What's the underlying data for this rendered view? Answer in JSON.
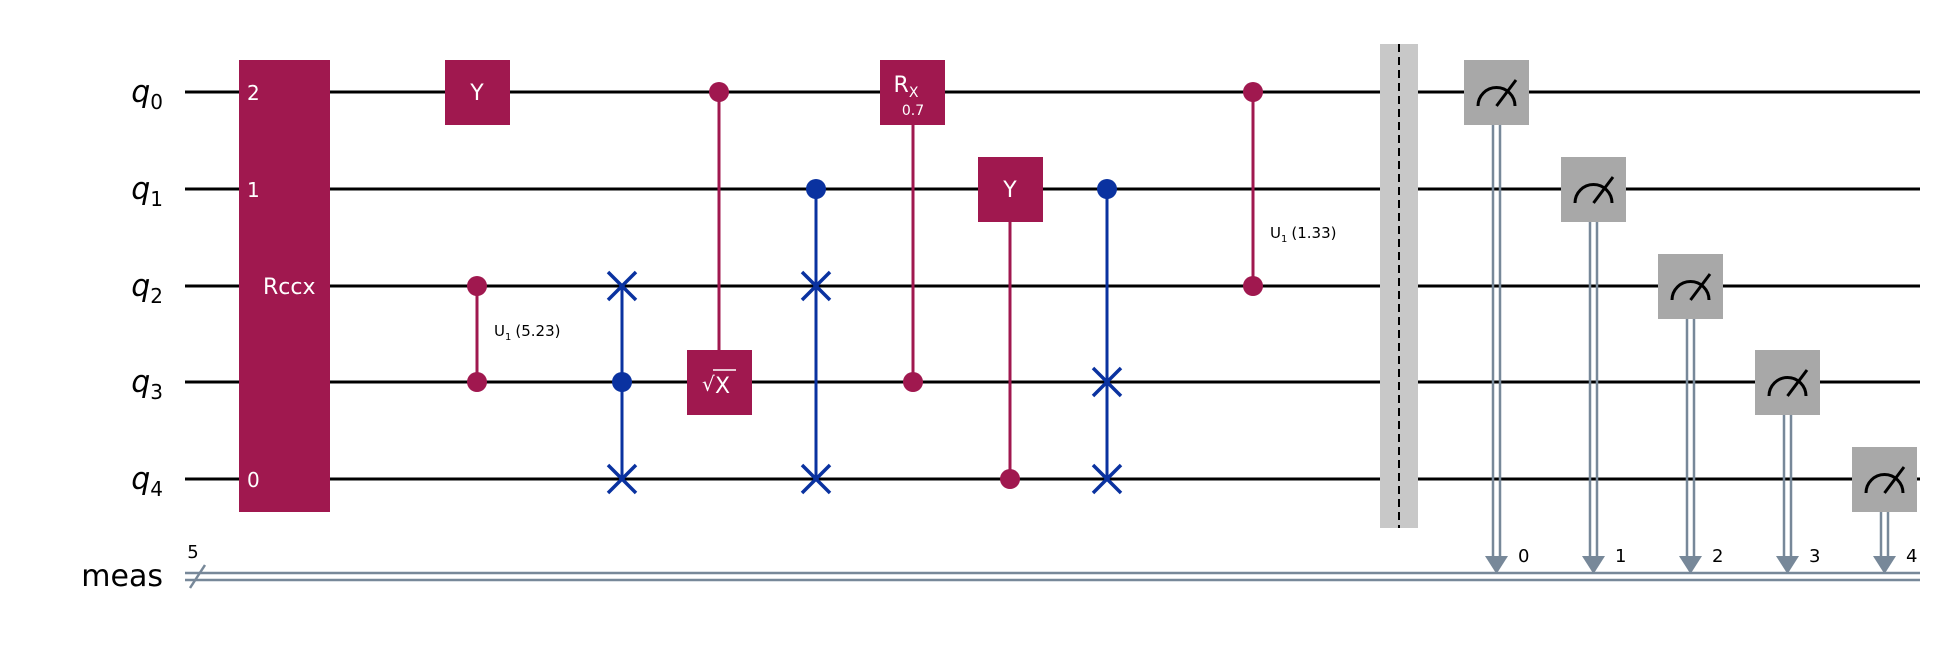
{
  "colors": {
    "gate": "#A0184F",
    "swap": "#0A32A0",
    "measure": "#A8A8A8",
    "classical": "#778899",
    "barrier": "#C8C8C8",
    "wire": "#000000"
  },
  "qubits": [
    {
      "base": "q",
      "sub": "0"
    },
    {
      "base": "q",
      "sub": "1"
    },
    {
      "base": "q",
      "sub": "2"
    },
    {
      "base": "q",
      "sub": "3"
    },
    {
      "base": "q",
      "sub": "4"
    }
  ],
  "classical_register": {
    "label": "meas",
    "size": "5",
    "bits": [
      "0",
      "1",
      "2",
      "3",
      "4"
    ]
  },
  "gates": {
    "rccx": {
      "label": "Rccx",
      "pins": [
        "2",
        "1",
        "0"
      ]
    },
    "y_q0": {
      "label": "Y"
    },
    "cu1_first": {
      "label": "U",
      "sub": "1",
      "param": "(5.23)"
    },
    "sqrtx": {
      "label": "X",
      "symbol": "√"
    },
    "rx": {
      "label": "R",
      "sub": "X",
      "param": "0.7"
    },
    "y_q1": {
      "label": "Y"
    },
    "cu1_second": {
      "label": "U",
      "sub": "1",
      "param": "(1.33)"
    }
  }
}
